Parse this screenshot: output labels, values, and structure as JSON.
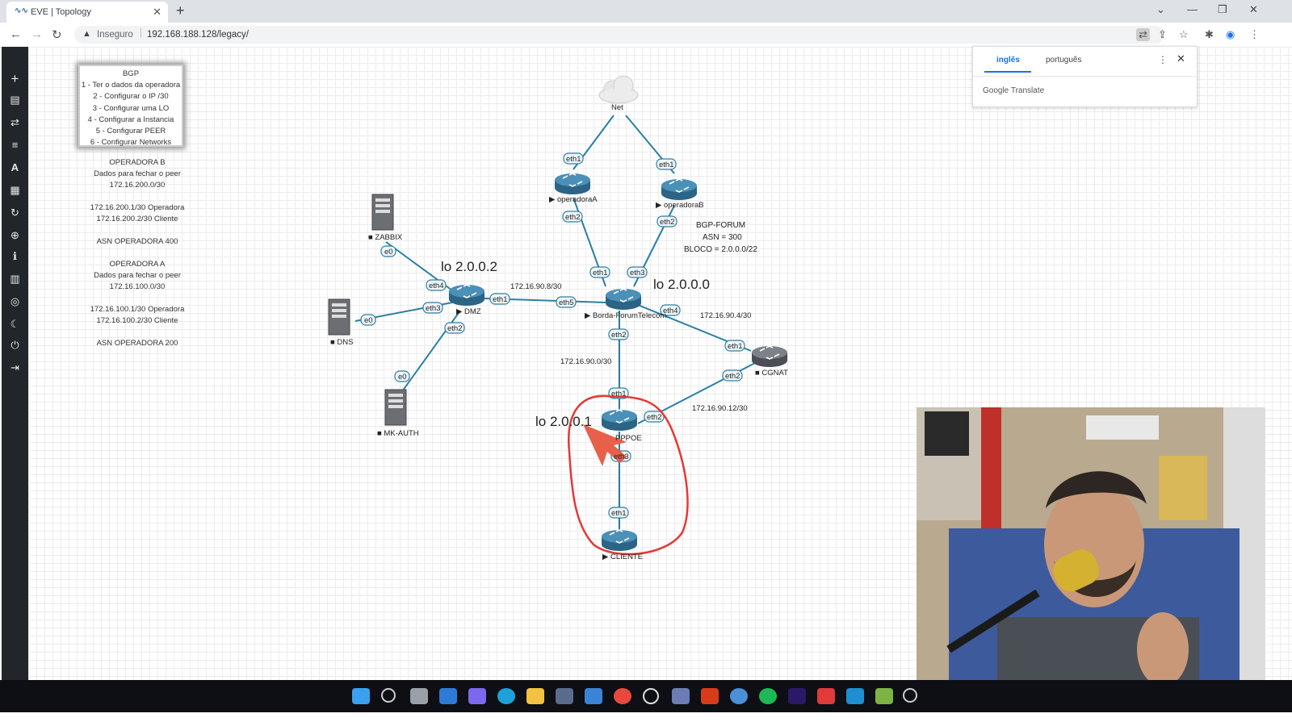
{
  "browser": {
    "tab_title": "EVE | Topology",
    "tab_favicon": "eve-icon",
    "new_tab_label": "+",
    "security_label": "Inseguro",
    "url": "192.168.188.128/legacy/"
  },
  "translate_popup": {
    "lang_from": "inglês",
    "lang_to": "português",
    "brand": "Google Translate"
  },
  "bgp_box": {
    "lines": [
      "BGP",
      "1 - Ter o dados da operadora",
      "2 - Configurar o IP /30",
      "3 - Configurar uma LO",
      "4 - Configurar a Instancia",
      "5 - Configurar PEER",
      "6 - Configurar Networks"
    ]
  },
  "notes": {
    "opb_title": "OPERADORA B",
    "opb_desc": "Dados para fechar o peer",
    "opb_net": "172.16.200.0/30",
    "opb_ip1": "172.16.200.1/30 Operadora",
    "opb_ip2": "172.16.200.2/30 Cliente",
    "opb_asn": "ASN OPERADORA 400",
    "opa_title": "OPERADORA A",
    "opa_desc": "Dados para fechar o peer",
    "opa_net": "172.16.100.0/30",
    "opa_ip1": "172.16.100.1/30 Operadora",
    "opa_ip2": "172.16.100.2/30 Cliente",
    "opa_asn": "ASN OPERADORA 200"
  },
  "bgp_forum": {
    "title": "BGP-FORUM",
    "asn": "ASN = 300",
    "bloco": "BLOCO = 2.0.0.0/22"
  },
  "loopbacks": {
    "dmz": "lo 2.0.0.2",
    "borda": "lo 2.0.0.0",
    "pppoe": "lo 2.0.0.1"
  },
  "nodes": {
    "net": "Net",
    "operadoraA": "operadoraA",
    "operadoraB": "operadoraB",
    "zabbix": "ZABBIX",
    "dmz": "DMZ",
    "dns": "DNS",
    "mkauth": "MK-AUTH",
    "borda": "Borda-ForumTelecom",
    "cgnat": "CGNAT",
    "pppoe": "PPPOE",
    "cliente": "CLIENTE"
  },
  "subnets": {
    "dmz_borda": "172.16.90.8/30",
    "borda_cgnat": "172.16.90.4/30",
    "borda_pppoe": "172.16.90.0/30",
    "pppoe_cgnat": "172.16.90.12/30"
  },
  "ports": {
    "opA_eth1": "eth1",
    "opA_eth2": "eth2",
    "opB_eth1": "eth1",
    "opB_eth2": "eth2",
    "borda_eth1": "eth1",
    "borda_eth3": "eth3",
    "borda_eth5": "eth5",
    "borda_eth4": "eth4",
    "borda_eth2": "eth2",
    "zabbix_e0": "e0",
    "dmz_eth4": "eth4",
    "dmz_eth3": "eth3",
    "dmz_eth1": "eth1",
    "dmz_eth2": "eth2",
    "dns_e0": "e0",
    "mkauth_e0": "e0",
    "cgnat_eth1": "eth1",
    "cgnat_eth2": "eth2",
    "pppoe_eth1": "eth1",
    "pppoe_eth2": "eth2",
    "pppoe_eth3": "eth3",
    "cliente_eth1": "eth1"
  },
  "colors": {
    "router": "#3d7ea6",
    "link": "#2b7fa3",
    "annotation": "#e53935",
    "sidebar": "#22262b"
  },
  "sidebar_icons": [
    "plus-icon",
    "nodes-icon",
    "network-icon",
    "list-icon",
    "text-icon",
    "grid-icon",
    "refresh-icon",
    "zoom-icon",
    "info-icon",
    "notes-icon",
    "status-icon",
    "moon-icon",
    "power-icon",
    "logout-icon"
  ]
}
